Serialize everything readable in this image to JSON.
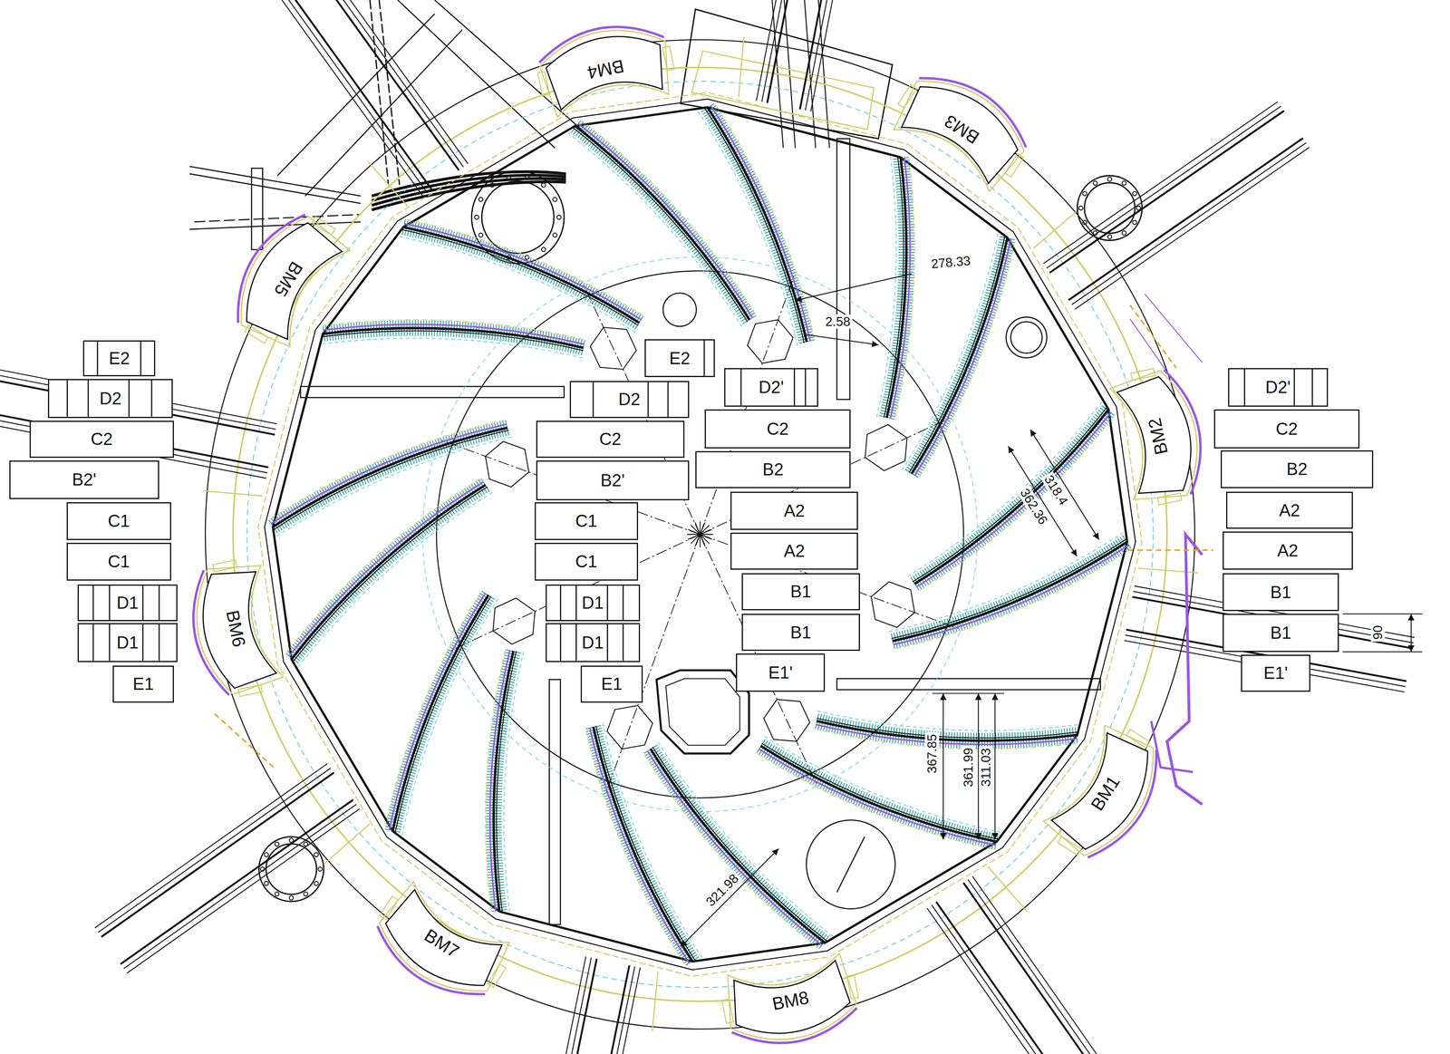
{
  "diagram": {
    "nodes": [
      {
        "text": [
          "BM4"
        ]
      },
      {
        "text": [
          "BM3"
        ]
      },
      {
        "text": [
          "BM5"
        ]
      },
      {
        "text": [
          "E2"
        ]
      },
      {
        "text": [
          "D2"
        ]
      },
      {
        "text": [
          "C2"
        ]
      },
      {
        "text": [
          "B2'"
        ]
      },
      {
        "text": [
          "C1"
        ]
      },
      {
        "text": [
          "C1"
        ]
      },
      {
        "text": [
          "D1"
        ]
      },
      {
        "text": [
          "D1"
        ]
      },
      {
        "text": [
          "E1"
        ]
      },
      {
        "text": [
          "E2"
        ]
      },
      {
        "text": [
          "D2"
        ]
      },
      {
        "text": [
          "C2"
        ]
      },
      {
        "text": [
          "B2'"
        ]
      },
      {
        "text": [
          "C1"
        ]
      },
      {
        "text": [
          "C1"
        ]
      },
      {
        "text": [
          "D1"
        ]
      },
      {
        "text": [
          "D1"
        ]
      },
      {
        "text": [
          "E1"
        ]
      },
      {
        "text": [
          "D2'"
        ]
      },
      {
        "text": [
          "C2"
        ]
      },
      {
        "text": [
          "B2"
        ]
      },
      {
        "text": [
          "A2"
        ]
      },
      {
        "text": [
          "A2"
        ]
      },
      {
        "text": [
          "B1"
        ]
      },
      {
        "text": [
          "B1"
        ]
      },
      {
        "text": [
          "E1'"
        ]
      },
      {
        "text": [
          "D2'"
        ]
      },
      {
        "text": [
          "C2"
        ]
      },
      {
        "text": [
          "B2"
        ]
      },
      {
        "text": [
          "A2"
        ]
      },
      {
        "text": [
          "A2"
        ]
      },
      {
        "text": [
          "B1"
        ]
      },
      {
        "text": [
          "B1"
        ]
      },
      {
        "text": [
          "E1'"
        ]
      },
      {
        "text": [
          "BM2"
        ]
      },
      {
        "text": [
          "BM6"
        ]
      },
      {
        "text": [
          "BM1"
        ]
      },
      {
        "text": [
          "BM7"
        ]
      },
      {
        "text": [
          "BM8"
        ]
      }
    ],
    "labels": [
      "278.33",
      "2.58",
      "318.4",
      "362.36",
      "367.85",
      "361.99",
      "311.03",
      "321.98",
      "90"
    ]
  }
}
